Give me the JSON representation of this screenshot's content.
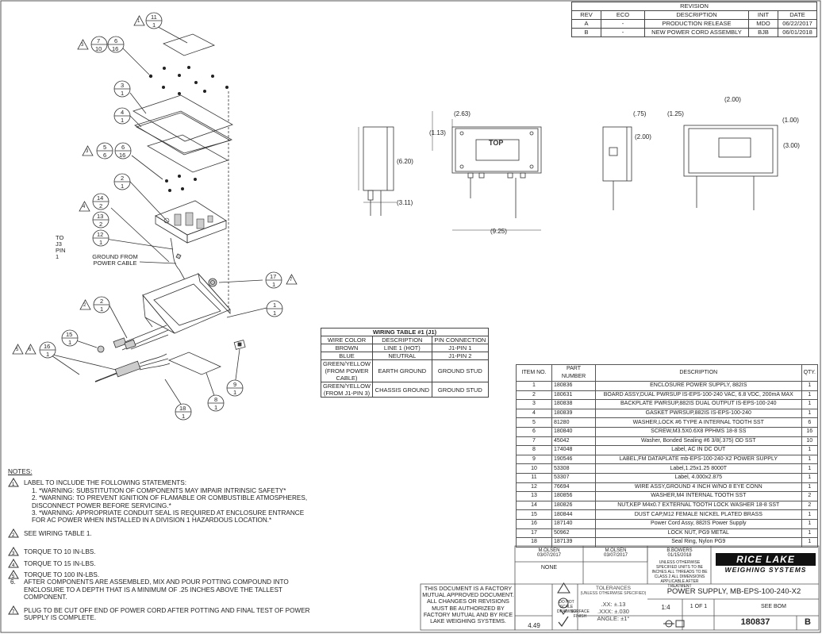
{
  "revision": {
    "title": "REVISION",
    "headers": [
      "REV",
      "ECO",
      "DESCRIPTION",
      "INIT",
      "DATE"
    ],
    "rows": [
      [
        "A",
        "-",
        "PRODUCTION RELEASE",
        "MDO",
        "06/22/2017"
      ],
      [
        "B",
        "-",
        "NEW POWER CORD ASSEMBLY",
        "BJB",
        "06/01/2018"
      ]
    ]
  },
  "views": {
    "top_label": "TOP",
    "dims": [
      "2.63",
      "1.13",
      "6.20",
      "3.11",
      "9.25",
      ".75",
      "2.00",
      "2.00",
      "1.25",
      "1.00",
      "3.00"
    ]
  },
  "exploded": {
    "callouts": [
      "11",
      "1",
      "7",
      "10",
      "6",
      "16",
      "3",
      "1",
      "4",
      "1",
      "5",
      "6",
      "6",
      "16",
      "2",
      "1",
      "14",
      "2",
      "13",
      "2",
      "12",
      "1",
      "17",
      "1",
      "2",
      "1",
      "15",
      "1",
      "16",
      "1",
      "1",
      "1",
      "9",
      "1",
      "8",
      "1",
      "18",
      "1"
    ],
    "flag_numbers": [
      "1",
      "3",
      "3",
      "4",
      "2",
      "7",
      "5",
      "6",
      "2"
    ],
    "label_j3": "TO J3 PIN 1",
    "label_ground": "GROUND FROM\nPOWER CABLE"
  },
  "wiring_table": {
    "title": "WIRING TABLE #1 (J1)",
    "headers": [
      "WIRE COLOR",
      "DESCRIPTION",
      "PIN CONNECTION"
    ],
    "rows": [
      [
        "BROWN",
        "LINE 1 (HOT)",
        "J1-PIN 1"
      ],
      [
        "BLUE",
        "NEUTRAL",
        "J1-PIN 2"
      ],
      [
        "GREEN/YELLOW (FROM POWER CABLE)",
        "EARTH GROUND",
        "GROUND STUD"
      ],
      [
        "GREEN/YELLOW (FROM J1-PIN 3)",
        "CHASSIS GROUND",
        "GROUND STUD"
      ]
    ]
  },
  "bom": {
    "headers": [
      "ITEM NO.",
      "PART NUMBER",
      "DESCRIPTION",
      "QTY."
    ],
    "rows": [
      [
        "1",
        "180836",
        "ENCLOSURE POWER SUPPLY, 882IS",
        "1"
      ],
      [
        "2",
        "180631",
        "BOARD ASSY,DUAL PWRSUP IS-EPS-100-240 VAC, 6.8 VDC, 200mA MAX",
        "1"
      ],
      [
        "3",
        "180838",
        "BACKPLATE PWRSUP,882IS DUAL OUTPUT IS-EPS-100-240",
        "1"
      ],
      [
        "4",
        "180839",
        "GASKET PWRSUP,882IS IS-EPS-100-240",
        "1"
      ],
      [
        "5",
        "81280",
        "WASHER,LOCK #6 TYPE A INTERNAL TOOTH SST",
        "6"
      ],
      [
        "6",
        "180840",
        "SCREW,M3.5X0.6X8 PPHMS 18-8 SS",
        "16"
      ],
      [
        "7",
        "45042",
        "Washer, Bonded Sealing #6  3/8(.375) OD SST",
        "10"
      ],
      [
        "8",
        "174048",
        "Label, AC IN DC OUT",
        "1"
      ],
      [
        "9",
        "190546",
        "LABEL,FM DATAPLATE mb-EPS-100-240-X2 POWER SUPPLY",
        "1"
      ],
      [
        "10",
        "53308",
        "Label,1.25x1.25 8000T",
        "1"
      ],
      [
        "11",
        "53307",
        "Label, 4.000x2.875",
        "1"
      ],
      [
        "12",
        "76694",
        "WIRE ASSY,GROUND 4 INCH W/NO 8 EYE CONN",
        "1"
      ],
      [
        "13",
        "180856",
        "WASHER,M4 INTERNAL TOOTH SST",
        "2"
      ],
      [
        "14",
        "180826",
        "NUT,KEP M4x0.7 EXTERNAL TOOTH LOCK WASHER 18-8 SST",
        "2"
      ],
      [
        "15",
        "180844",
        "DUST CAP,M12 FEMALE NICKEL PLATED BRASS",
        "1"
      ],
      [
        "16",
        "187140",
        "Power Cord Assy, 882IS Power Supply",
        "1"
      ],
      [
        "17",
        "50962",
        "LOCK NUT, PG9 METAL",
        "1"
      ],
      [
        "18",
        "187139",
        "Seal Ring, Nylon PG9",
        "1"
      ]
    ]
  },
  "notes": {
    "title": "NOTES:",
    "n1": "LABEL TO INCLUDE THE FOLLOWING STATEMENTS:",
    "n1_items": [
      "1.   *WARNING: SUBSTITUTION OF COMPONENTS MAY IMPAIR INTRINSIC SAFETY*",
      "2.   *WARNING: TO PREVENT IGNITION OF FLAMABLE OR COMBUSTIBLE ATMOSPHERES,",
      "       DISCONNECT POWER BEFORE SERVICING.*",
      "3.   *WARNING: APPROPRIATE CONDUIT SEAL IS REQUIRED AT ENCLOSURE ENTRANCE",
      "       FOR AC POWER WHEN INSTALLED IN A DIVISION 1 HAZARDOUS LOCATION.*"
    ],
    "n2": "SEE WIRING TABLE 1.",
    "n3": "TORQUE TO 10 IN-LBS.",
    "n4": "TORQUE TO 15 IN-LBS.",
    "n5": "TORQUE TO 100 IN-LBS.",
    "n6_num": "6.",
    "n6": "AFTER COMPONENTS ARE ASSEMBLED, MIX AND POUR POTTING COMPOUND INTO ENCLOSURE TO A DEPTH THAT IS A MINIMUM OF .25 INCHES ABOVE THE TALLEST COMPONENT.",
    "n7": "PLUG TO BE CUT OFF END OF POWER CORD AFTER POTTING AND FINAL TEST OF POWER SUPPLY IS COMPLETE.",
    "marks": [
      "1",
      "2",
      "3",
      "4",
      "5",
      "7"
    ]
  },
  "title_block": {
    "drawn_by": "M.OLSEN",
    "drawn_date": "03/07/2017",
    "checked_by": "M.OLSEN",
    "checked_date": "03/07/2017",
    "approved_by": "B.BOWERS",
    "approved_date": "01/15/2018",
    "tolerance_note": "UNLESS OTHERWISE SPECIFIED UNITS TO BE INCHES ALL THREADS TO BE CLASS 2 ALL DIMENSIONS APPLICABLE AFTER TREATMENT",
    "finish": "NONE",
    "fm_notice": "THIS DOCUMENT IS A FACTORY MUTUAL APPROVED DOCUMENT. ALL CHANGES OR REVISIONS MUST BE AUTHORIZED BY FACTORY MUTUAL AND BY RICE LAKE WEIGHING SYSTEMS.",
    "weight": "4.49",
    "do_not_scale": "DO NOT SCALE DRAWING",
    "surface_finish": "SURFACE FINISH",
    "tolerances_title": "TOLERANCES",
    "tol_sub": "(UNLESS OTHERWISE SPECIFIED)",
    "tol_xx": ".XX: ±.13",
    "tol_xxx": ".XXX: ±.030",
    "tol_angle": "ANGLE: ±1°",
    "description": "POWER SUPPLY,  MB-EPS-100-240-X2",
    "scale": "1:4",
    "sheet": "1 OF 1",
    "see_bom": "SEE BOM",
    "drawing_no": "180837",
    "rev": "B",
    "logo_top": "RICE LAKE",
    "logo_bottom": "WEIGHING SYSTEMS"
  }
}
